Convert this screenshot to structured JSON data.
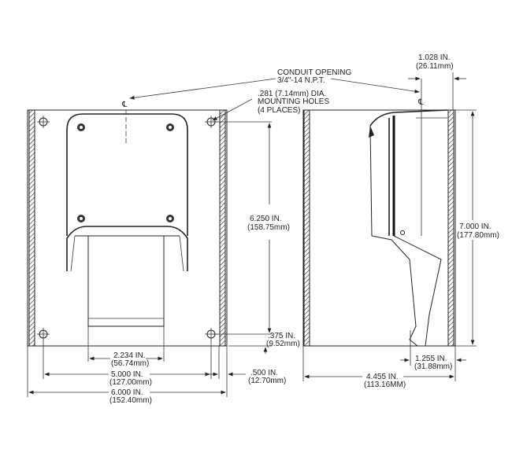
{
  "callouts": {
    "conduit_line1": "CONDUIT OPENING",
    "conduit_line2": "3/4\"-14 N.P.T.",
    "holes_line1": ".281 (7.14mm) DIA.",
    "holes_line2": "MOUNTING HOLES",
    "holes_line3": "(4 PLACES)",
    "centerline_symbol": "℄"
  },
  "dimensions": {
    "d1028": {
      "in": "1.028 IN.",
      "mm": "(26.11mm)"
    },
    "d6250": {
      "in": "6.250 IN.",
      "mm": "(158.75mm)"
    },
    "d0375": {
      "in": ".375 IN.",
      "mm": "(9.52mm)"
    },
    "d7000": {
      "in": "7.000 IN.",
      "mm": "(177.80mm)"
    },
    "d2234": {
      "in": "2.234 IN.",
      "mm": "(56.74mm)"
    },
    "d5000": {
      "in": "5.000 IN.",
      "mm": "(127.00mm)"
    },
    "d6000": {
      "in": "6.000 IN.",
      "mm": "(152.40mm)"
    },
    "d0500": {
      "in": ".500 IN.",
      "mm": "(12.70mm)"
    },
    "d1255": {
      "in": "1.255 IN.",
      "mm": "(31.88mm)"
    },
    "d4455": {
      "in": "4.455 IN.",
      "mm": "(113.16MM)"
    }
  }
}
